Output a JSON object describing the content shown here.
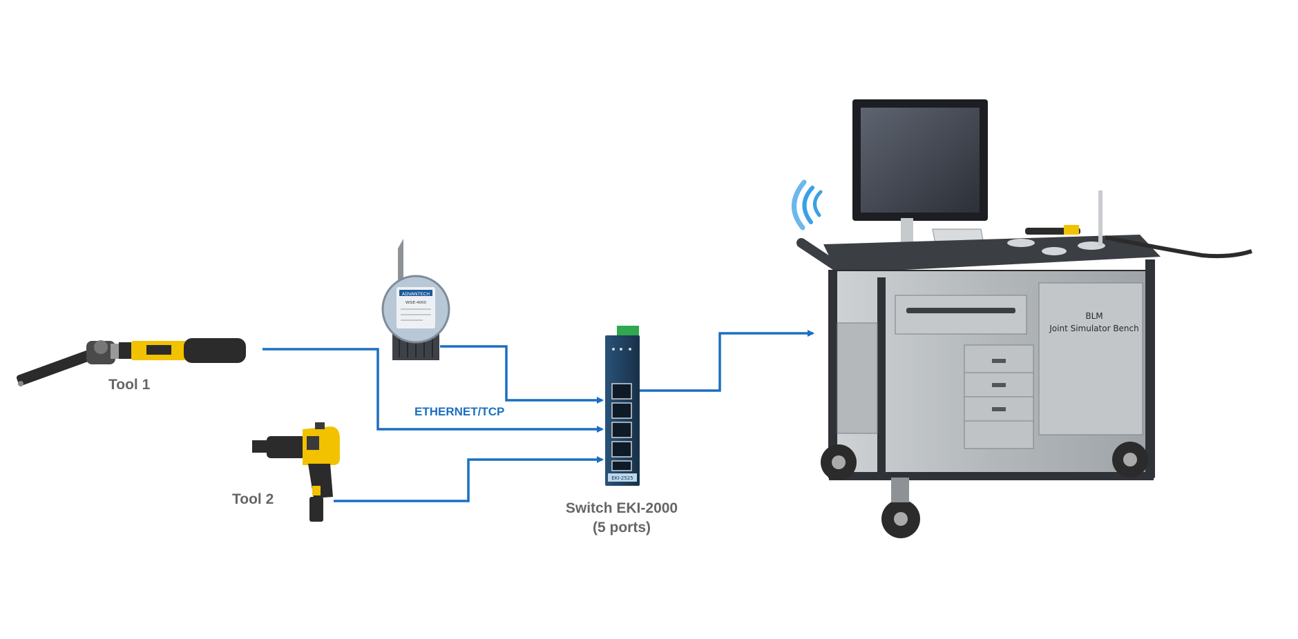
{
  "diagram": {
    "tool1_label": "Tool 1",
    "tool2_label": "Tool 2",
    "network_label": "ETHERNET/TCP",
    "switch_label_line1": "Switch EKI-2000",
    "switch_label_line2": "(5 ports)",
    "bench_label_line1": "BLM",
    "bench_label_line2": "Joint Simulator Bench",
    "switch_model_tag": "EKI-2525",
    "wireless_brand": "ADVANTECH",
    "wireless_model": "WISE-4000"
  },
  "colors": {
    "connector": "#1a6fc2",
    "label": "#666666",
    "tool_yellow": "#f2c200",
    "tool_black": "#2b2b2b",
    "wifi_blue": "#3aa0e6",
    "switch_body": "#1f3f5f",
    "bench_metal": "#b8bcbf"
  }
}
